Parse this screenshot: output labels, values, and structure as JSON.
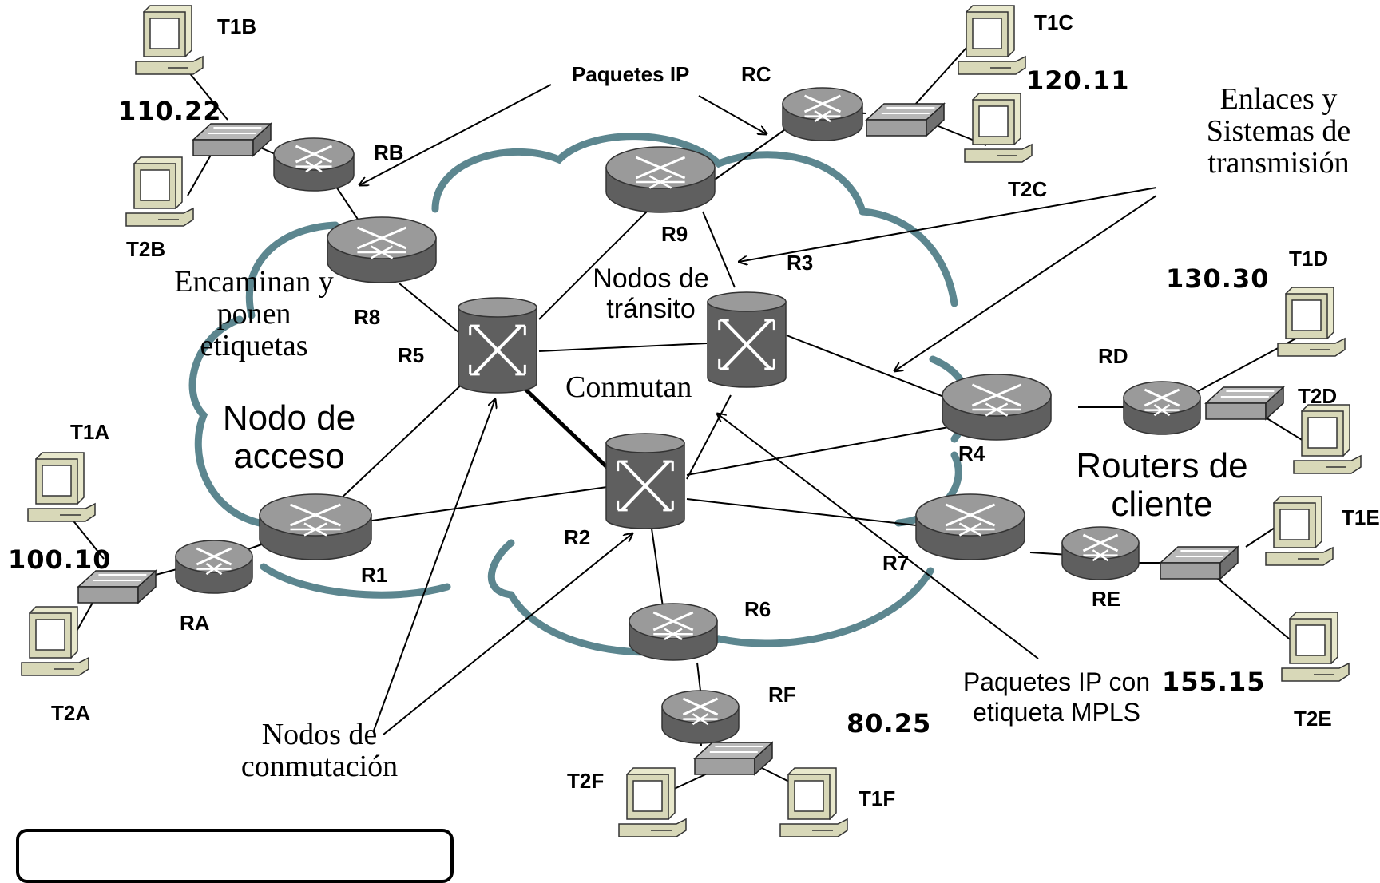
{
  "labels": {
    "T1A": "T1A",
    "T2A": "T2A",
    "T1B": "T1B",
    "T2B": "T2B",
    "T1C": "T1C",
    "T2C": "T2C",
    "T1D": "T1D",
    "T2D": "T2D",
    "T1E": "T1E",
    "T2E": "T2E",
    "T1F": "T1F",
    "T2F": "T2F",
    "RA": "RA",
    "RB": "RB",
    "RC": "RC",
    "RD": "RD",
    "RE": "RE",
    "RF": "RF",
    "R1": "R1",
    "R2": "R2",
    "R3": "R3",
    "R4": "R4",
    "R5": "R5",
    "R6": "R6",
    "R7": "R7",
    "R8": "R8",
    "R9": "R9"
  },
  "ip_suffixes": {
    "A": "100.10",
    "B": "110.22",
    "C": "120.11",
    "D": "130.30",
    "E": "155.15",
    "F": "80.25"
  },
  "annotations": {
    "paquetes_ip": "Paquetes IP",
    "enlaces_l1": "Enlaces y",
    "enlaces_l2": "Sistemas de",
    "enlaces_l3": "transmisión",
    "encaminan_l1": "Encaminan y",
    "encaminan_l2": "ponen",
    "encaminan_l3": "etiquetas",
    "nodos_transito_l1": "Nodos de",
    "nodos_transito_l2": "tránsito",
    "conmutan": "Conmutan",
    "nodo_acceso_l1": "Nodo de",
    "nodo_acceso_l2": "acceso",
    "routers_cliente_l1": "Routers de",
    "routers_cliente_l2": "cliente",
    "mpls_l1": "Paquetes IP con",
    "mpls_l2": "etiqueta MPLS",
    "nodos_conmutacion_l1": "Nodos de",
    "nodos_conmutacion_l2": "conmutación"
  },
  "colors": {
    "cloud": "#5c868f",
    "device_top": "#9a9a9a",
    "device_side": "#5f5f5f",
    "terminal": "#d8d8b8"
  }
}
